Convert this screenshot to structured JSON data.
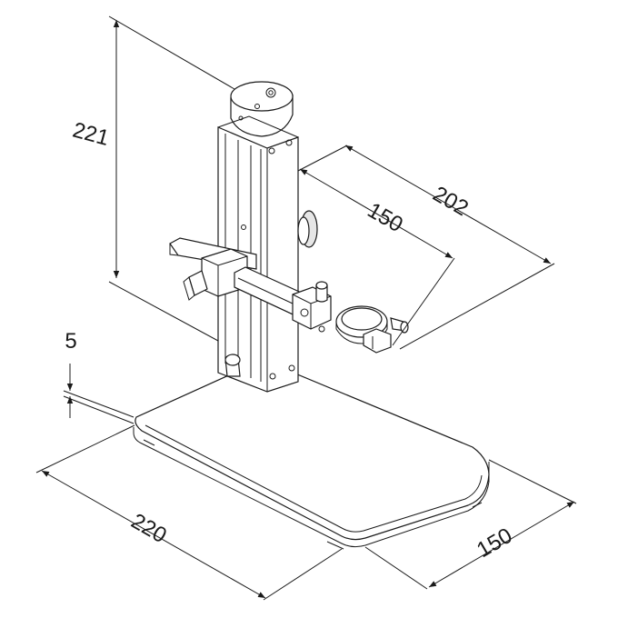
{
  "dimensions": {
    "height": "221",
    "base_thickness": "5",
    "arm_reach": "202",
    "arm_travel": "150",
    "base_length": "220",
    "base_width": "150"
  }
}
